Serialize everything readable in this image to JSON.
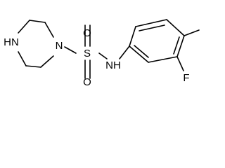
{
  "atoms": {
    "hn": "HN",
    "n_ring": "N",
    "s": "S",
    "o_top": "O",
    "o_bottom": "O",
    "nh": "NH",
    "f": "F"
  },
  "colors": {
    "ink": "#000000",
    "background": "#ffffff"
  }
}
